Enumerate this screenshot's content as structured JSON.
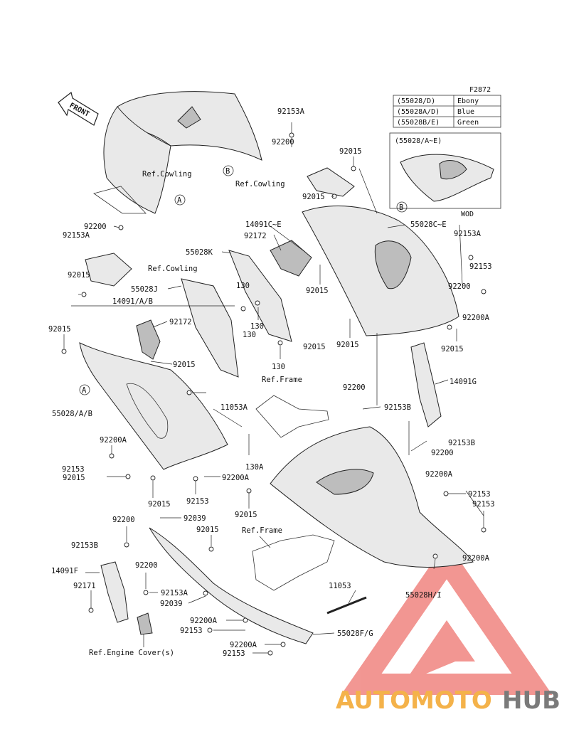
{
  "figure_code": "F2872",
  "front_label": "FRONT",
  "color_table": [
    {
      "code": "(55028/D)",
      "color": "Ebony"
    },
    {
      "code": "(55028A/D)",
      "color": "Blue"
    },
    {
      "code": "(55028B/E)",
      "color": "Green"
    }
  ],
  "inset": {
    "title": "(55028/A~E)",
    "note": "WOD"
  },
  "callouts": {
    "A": "A",
    "B": "B"
  },
  "labels": [
    "92153A",
    "92200",
    "Ref.Cowling",
    "92015",
    "Ref.Cowling",
    "92015",
    "92200",
    "92153A",
    "14091C~E",
    "55028C~E",
    "92172",
    "55028K",
    "92153A",
    "92153",
    "92015",
    "Ref.Cowling",
    "55028J",
    "130",
    "92200",
    "14091/A/B",
    "130",
    "130",
    "92200A",
    "92172",
    "92015",
    "92015",
    "92015",
    "92015",
    "92015",
    "130",
    "Ref.Frame",
    "14091G",
    "92015",
    "11053A",
    "92200",
    "92153B",
    "55028/A/B",
    "92200A",
    "92153B",
    "92200",
    "130A",
    "92153",
    "92015",
    "92200A",
    "92015",
    "92153",
    "92200A",
    "92015",
    "92153",
    "92153",
    "92200",
    "92039",
    "92015",
    "92153B",
    "Ref.Frame",
    "92200A",
    "14091F",
    "92200",
    "11053",
    "92171",
    "92153A",
    "92039",
    "55028H/I",
    "92200A",
    "92153",
    "55028F/G",
    "92200A",
    "92153",
    "Ref.Engine Cover(s)"
  ],
  "watermark": {
    "auto": "AUTOMOTO",
    "hub": "HUB"
  }
}
